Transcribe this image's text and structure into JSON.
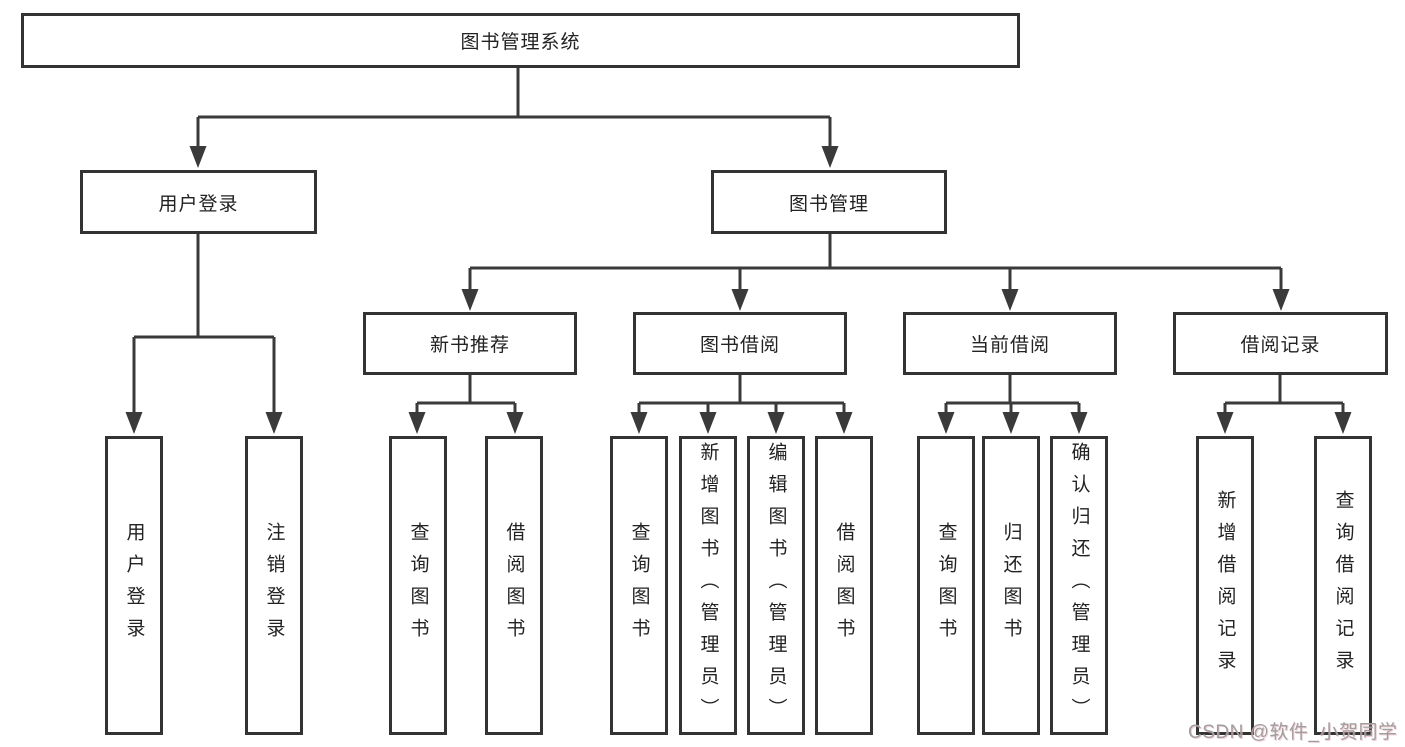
{
  "diagram": {
    "root": {
      "label": "图书管理系统"
    },
    "branches": [
      {
        "label": "用户登录",
        "children": [
          {
            "label": "用户登录"
          },
          {
            "label": "注销登录"
          }
        ]
      },
      {
        "label": "图书管理",
        "children": [
          {
            "label": "新书推荐",
            "children": [
              {
                "label": "查询图书"
              },
              {
                "label": "借阅图书"
              }
            ]
          },
          {
            "label": "图书借阅",
            "children": [
              {
                "label": "查询图书"
              },
              {
                "label": "新增图书（管理员）"
              },
              {
                "label": "编辑图书（管理员）"
              },
              {
                "label": "借阅图书"
              }
            ]
          },
          {
            "label": "当前借阅",
            "children": [
              {
                "label": "查询图书"
              },
              {
                "label": "归还图书"
              },
              {
                "label": "确认归还（管理员）"
              }
            ]
          },
          {
            "label": "借阅记录",
            "children": [
              {
                "label": "新增借阅记录"
              },
              {
                "label": "查询借阅记录"
              }
            ]
          }
        ]
      }
    ],
    "colors": {
      "line": "#3a3a3a",
      "box_border": "#333333",
      "box_background": "#ffffff",
      "text": "#222222",
      "watermark": "#9f9f9f"
    }
  },
  "watermark": {
    "text": "CSDN @软件_小贺同学"
  }
}
